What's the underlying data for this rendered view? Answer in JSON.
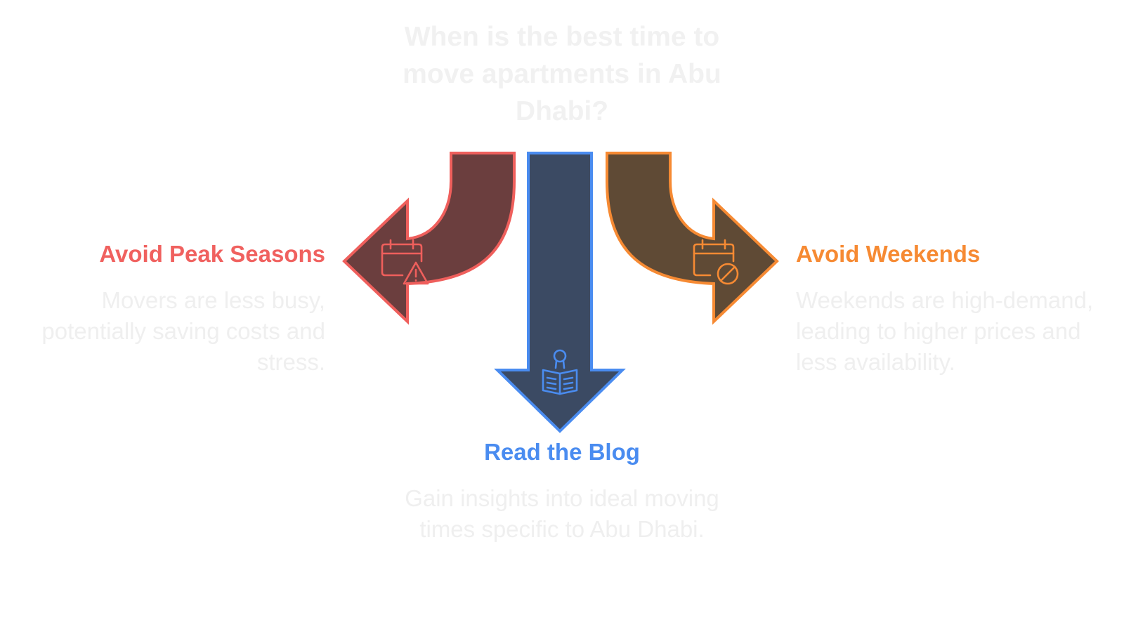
{
  "title": "When is the best time to move apartments in Abu Dhabi?",
  "branches": {
    "left": {
      "title": "Avoid Peak Seasons",
      "description": "Movers are less busy, potentially saving costs and stress.",
      "icon": "calendar-warning-icon",
      "stroke": "#ef5f5c",
      "fill": "#6b3e3e"
    },
    "center": {
      "title": "Read the Blog",
      "description": "Gain insights into ideal moving times specific to Abu Dhabi.",
      "icon": "newspaper-reader-icon",
      "stroke": "#4a8cf0",
      "fill": "#3b4a63"
    },
    "right": {
      "title": "Avoid Weekends",
      "description": "Weekends are high-demand, leading to higher prices and less availability.",
      "icon": "calendar-blocked-icon",
      "stroke": "#f68a33",
      "fill": "#5f4a35"
    }
  }
}
